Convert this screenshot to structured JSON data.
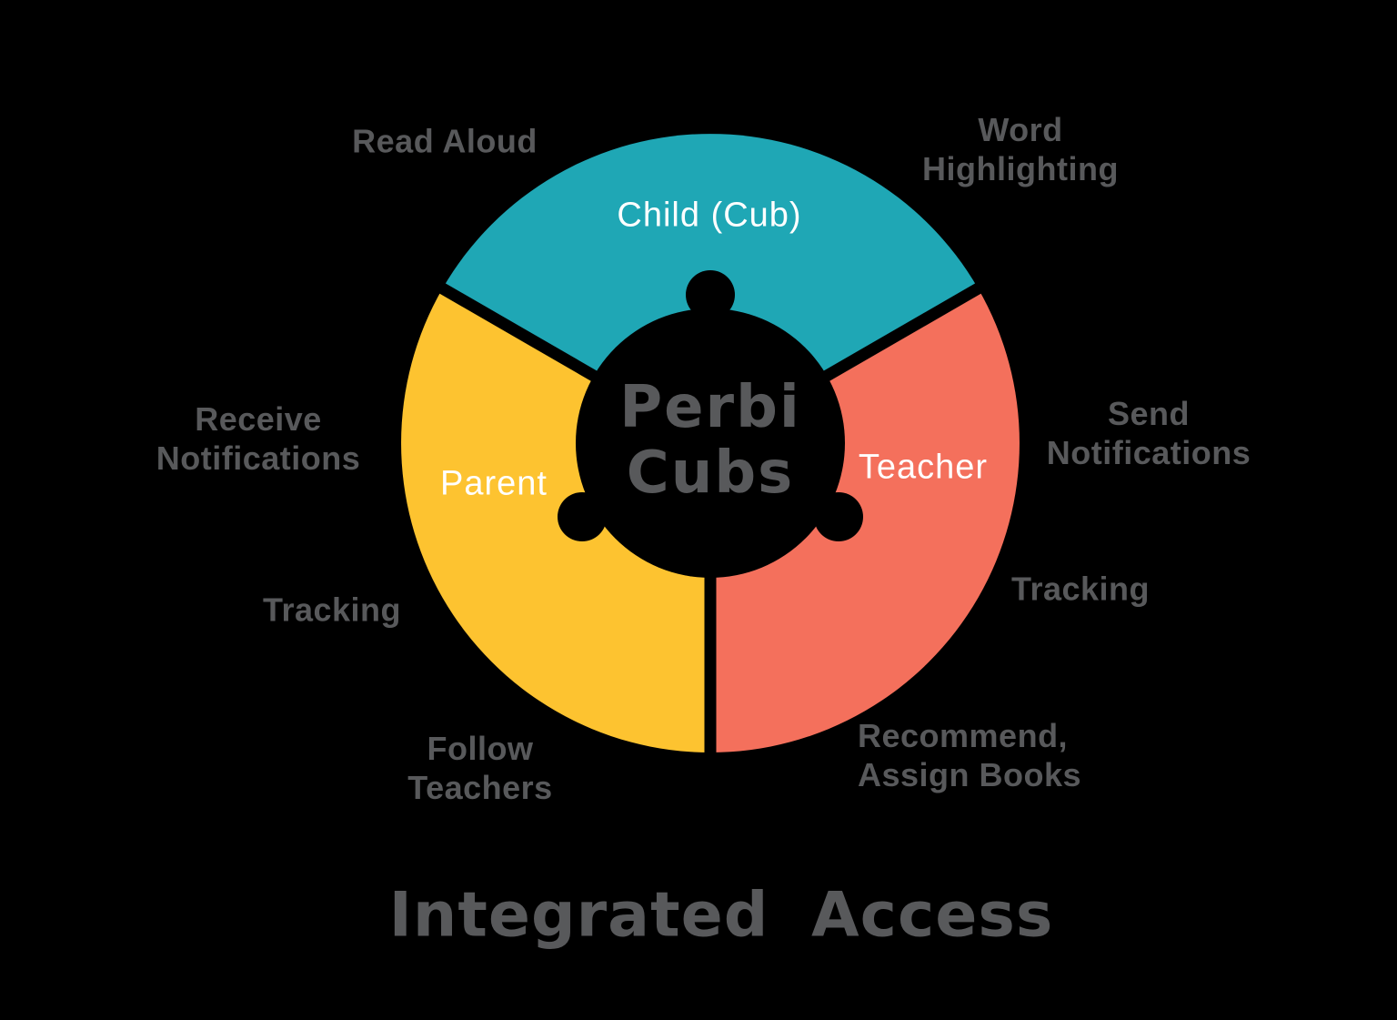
{
  "background_color": "#000000",
  "diagram": {
    "type": "puzzle-donut",
    "title": "Integrated Access",
    "center_logo": "Perbi\nCubs",
    "logo_text_color": "#58595B",
    "feature_text_color": "#58595B",
    "segment_label_color": "#FFFFFF",
    "segments": [
      {
        "label": "Child (Cub)",
        "color": "#1FA7B5",
        "features": [
          "Read Aloud",
          "Word\nHighlighting"
        ]
      },
      {
        "label": "Parent",
        "color": "#FDC330",
        "features": [
          "Receive\nNotifications",
          "Tracking",
          "Follow\nTeachers"
        ]
      },
      {
        "label": "Teacher",
        "color": "#F4705C",
        "features": [
          "Send\nNotifications",
          "Tracking",
          "Recommend,\nAssign Books"
        ]
      }
    ]
  }
}
